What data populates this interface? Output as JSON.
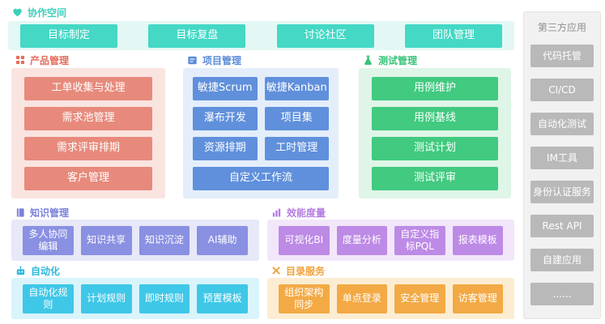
{
  "sections": {
    "collaboration": {
      "title": "协作空间",
      "icon": "heart-hands-icon",
      "accent": "#3ecfbc",
      "panel_bg": "#e3f8f4",
      "button_bg": "#44d8c5",
      "items": [
        "目标制定",
        "目标复盘",
        "讨论社区",
        "团队管理"
      ]
    },
    "product": {
      "title": "产品管理",
      "icon": "grid-icon",
      "accent": "#e56e5e",
      "panel_bg": "#fae4e0",
      "button_bg": "#e78a7c",
      "items": [
        "工单收集与处理",
        "需求池管理",
        "需求评审排期",
        "客户管理"
      ]
    },
    "project": {
      "title": "项目管理",
      "icon": "clipboard-icon",
      "accent": "#5a8cd8",
      "panel_bg": "#e4eefa",
      "button_bg": "#6090dc",
      "items": [
        "敏捷Scrum",
        "敏捷Kanban",
        "瀑布开发",
        "项目集",
        "资源排期",
        "工时管理",
        "自定义工作流"
      ]
    },
    "testing": {
      "title": "测试管理",
      "icon": "flask-icon",
      "accent": "#38c378",
      "panel_bg": "#def5e7",
      "button_bg": "#41ca80",
      "items": [
        "用例维护",
        "用例基线",
        "测试计划",
        "测试评审"
      ]
    },
    "knowledge": {
      "title": "知识管理",
      "icon": "book-icon",
      "accent": "#7a81dc",
      "panel_bg": "#e7e8f8",
      "button_bg": "#8a90e2",
      "items": [
        "多人协同编辑",
        "知识共享",
        "知识沉淀",
        "AI辅助"
      ]
    },
    "metrics": {
      "title": "效能度量",
      "icon": "bar-chart-icon",
      "accent": "#b57ee2",
      "panel_bg": "#f2e7fa",
      "button_bg": "#bd8ae6",
      "items": [
        "可视化BI",
        "度量分析",
        "自定义指标PQL",
        "报表模板"
      ]
    },
    "automation": {
      "title": "自动化",
      "icon": "robot-icon",
      "accent": "#2fb9dc",
      "panel_bg": "#d9f4fb",
      "button_bg": "#3fc7e7",
      "items": [
        "自动化规则",
        "计划规则",
        "即时规则",
        "预置模板"
      ]
    },
    "directory": {
      "title": "目录服务",
      "icon": "crossed-tools-icon",
      "accent": "#f0a23c",
      "panel_bg": "#fcedd2",
      "button_bg": "#f3aa45",
      "items": [
        "组织架构同步",
        "单点登录",
        "安全管理",
        "访客管理"
      ]
    },
    "third_party": {
      "title": "第三方应用",
      "accent": "#8f8f8f",
      "panel_bg": "#f1f1f1",
      "button_bg": "#b9b9b9",
      "items": [
        "代码托管",
        "CI/CD",
        "自动化测试",
        "IM工具",
        "身份认证服务",
        "Rest API",
        "自建应用",
        "......"
      ]
    }
  }
}
